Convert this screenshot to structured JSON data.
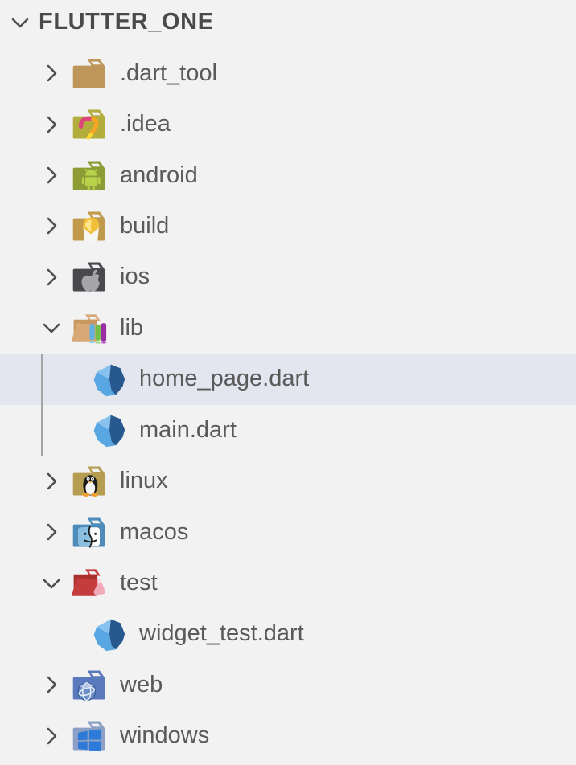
{
  "window": {
    "kind": "file-explorer-tree",
    "background_color": "#f2f2f2",
    "selection_color": "#e3e5ef",
    "label_color": "#5a5a5a",
    "header_color": "#4a4a4a",
    "indent_guide_color": "#a4a4a4"
  },
  "explorer": {
    "root": {
      "label": "FLUTTER_ONE",
      "expanded": true,
      "icon": "chevron-down-icon"
    },
    "items": [
      {
        "label": ".dart_tool",
        "type": "folder",
        "state": "collapsed",
        "level": 1,
        "icon": "dart-tool-folder-icon",
        "selected": false
      },
      {
        "label": ".idea",
        "type": "folder",
        "state": "collapsed",
        "level": 1,
        "icon": "idea-folder-icon",
        "selected": false
      },
      {
        "label": "android",
        "type": "folder",
        "state": "collapsed",
        "level": 1,
        "icon": "android-folder-icon",
        "selected": false
      },
      {
        "label": "build",
        "type": "folder",
        "state": "collapsed",
        "level": 1,
        "icon": "build-folder-icon",
        "selected": false
      },
      {
        "label": "ios",
        "type": "folder",
        "state": "collapsed",
        "level": 1,
        "icon": "ios-folder-icon",
        "selected": false
      },
      {
        "label": "lib",
        "type": "folder",
        "state": "expanded",
        "level": 1,
        "icon": "lib-folder-open-icon",
        "selected": false
      },
      {
        "label": "home_page.dart",
        "type": "file",
        "state": "none",
        "level": 2,
        "icon": "dart-file-icon",
        "selected": true
      },
      {
        "label": "main.dart",
        "type": "file",
        "state": "none",
        "level": 2,
        "icon": "dart-file-icon",
        "selected": false
      },
      {
        "label": "linux",
        "type": "folder",
        "state": "collapsed",
        "level": 1,
        "icon": "linux-folder-icon",
        "selected": false
      },
      {
        "label": "macos",
        "type": "folder",
        "state": "collapsed",
        "level": 1,
        "icon": "macos-folder-icon",
        "selected": false
      },
      {
        "label": "test",
        "type": "folder",
        "state": "expanded",
        "level": 1,
        "icon": "test-folder-open-icon",
        "selected": false
      },
      {
        "label": "widget_test.dart",
        "type": "file",
        "state": "none",
        "level": 2,
        "icon": "dart-file-icon",
        "selected": false
      },
      {
        "label": "web",
        "type": "folder",
        "state": "collapsed",
        "level": 1,
        "icon": "web-folder-icon",
        "selected": false
      },
      {
        "label": "windows",
        "type": "folder",
        "state": "collapsed",
        "level": 1,
        "icon": "windows-folder-icon",
        "selected": false
      }
    ]
  }
}
